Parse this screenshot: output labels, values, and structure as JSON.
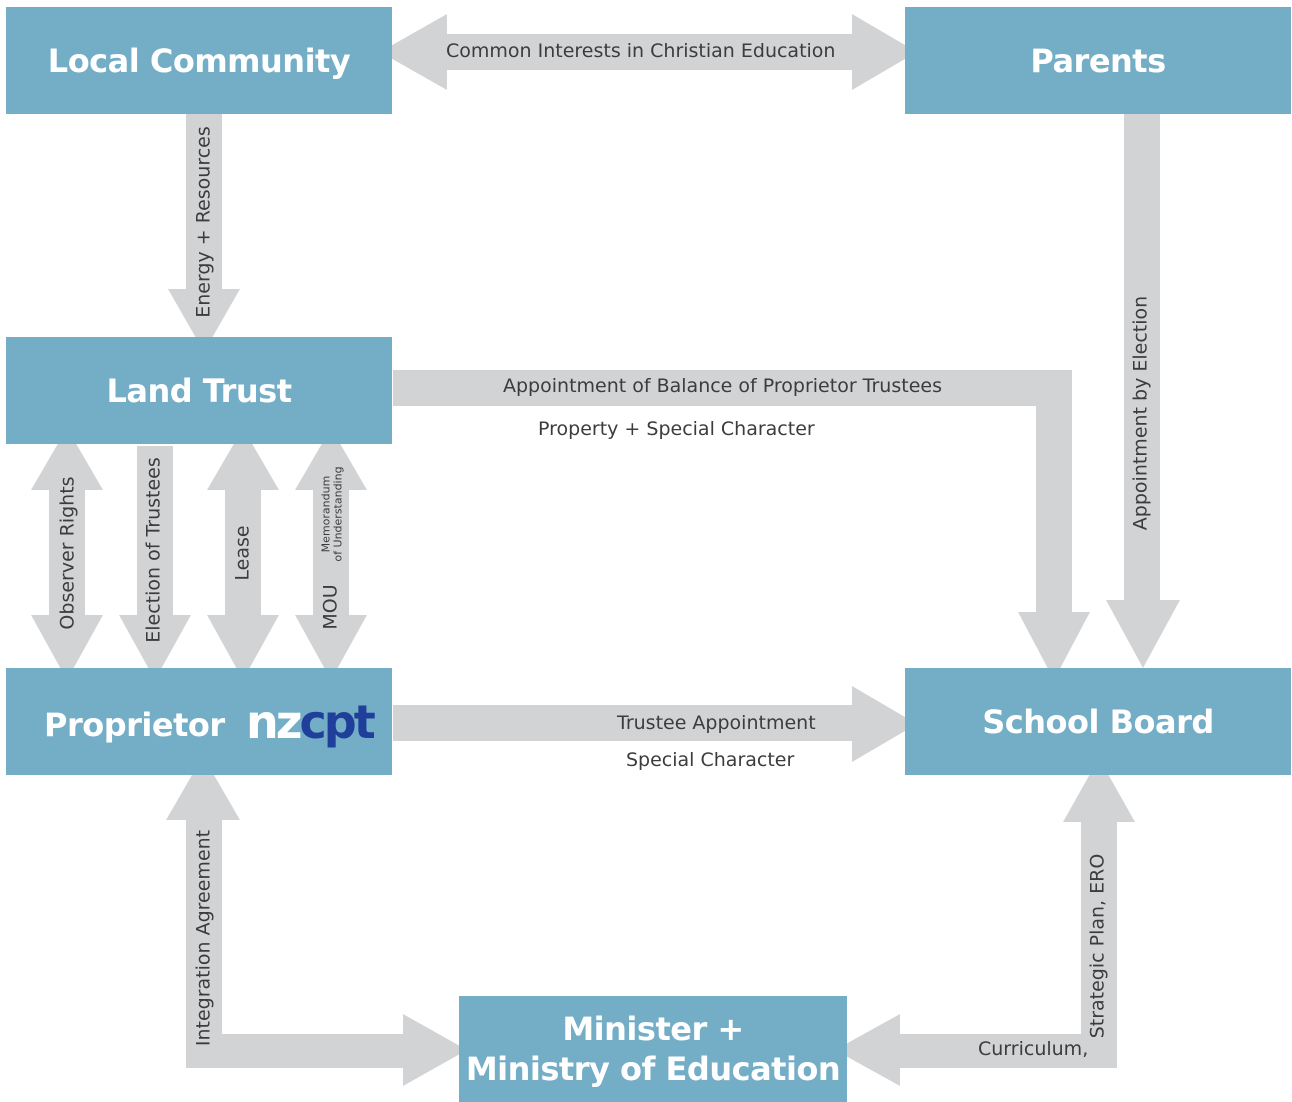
{
  "colors": {
    "box": "#73adc6",
    "arrow": "#d2d3d5",
    "box_text": "#ffffff",
    "label_text": "#3c3c3c",
    "logo_accent": "#1f3f9a"
  },
  "nodes": {
    "local_community": "Local Community",
    "parents": "Parents",
    "land_trust": "Land Trust",
    "proprietor": "Proprietor",
    "school_board": "School Board",
    "ministry_line1": "Minister +",
    "ministry_line2": "Ministry of Education"
  },
  "logo": {
    "part1": "nz",
    "part2": "cpt"
  },
  "edges": {
    "common_interests": "Common Interests in Christian Education",
    "energy_resources": "Energy + Resources",
    "appointment_by_election": "Appointment by Election",
    "appointment_balance": "Appointment of Balance of Proprietor Trustees",
    "property_special": "Property + Special Character",
    "observer_rights": "Observer Rights",
    "election_trustees": "Election of Trustees",
    "lease": "Lease",
    "mou": "MOU",
    "mou_line1": "Memorandum",
    "mou_line2": "of Understanding",
    "trustee_appointment": "Trustee Appointment",
    "special_character": "Special Character",
    "integration_agreement": "Integration Agreement",
    "strategic_plan": "Strategic Plan, ERO",
    "curriculum": "Curriculum,"
  }
}
